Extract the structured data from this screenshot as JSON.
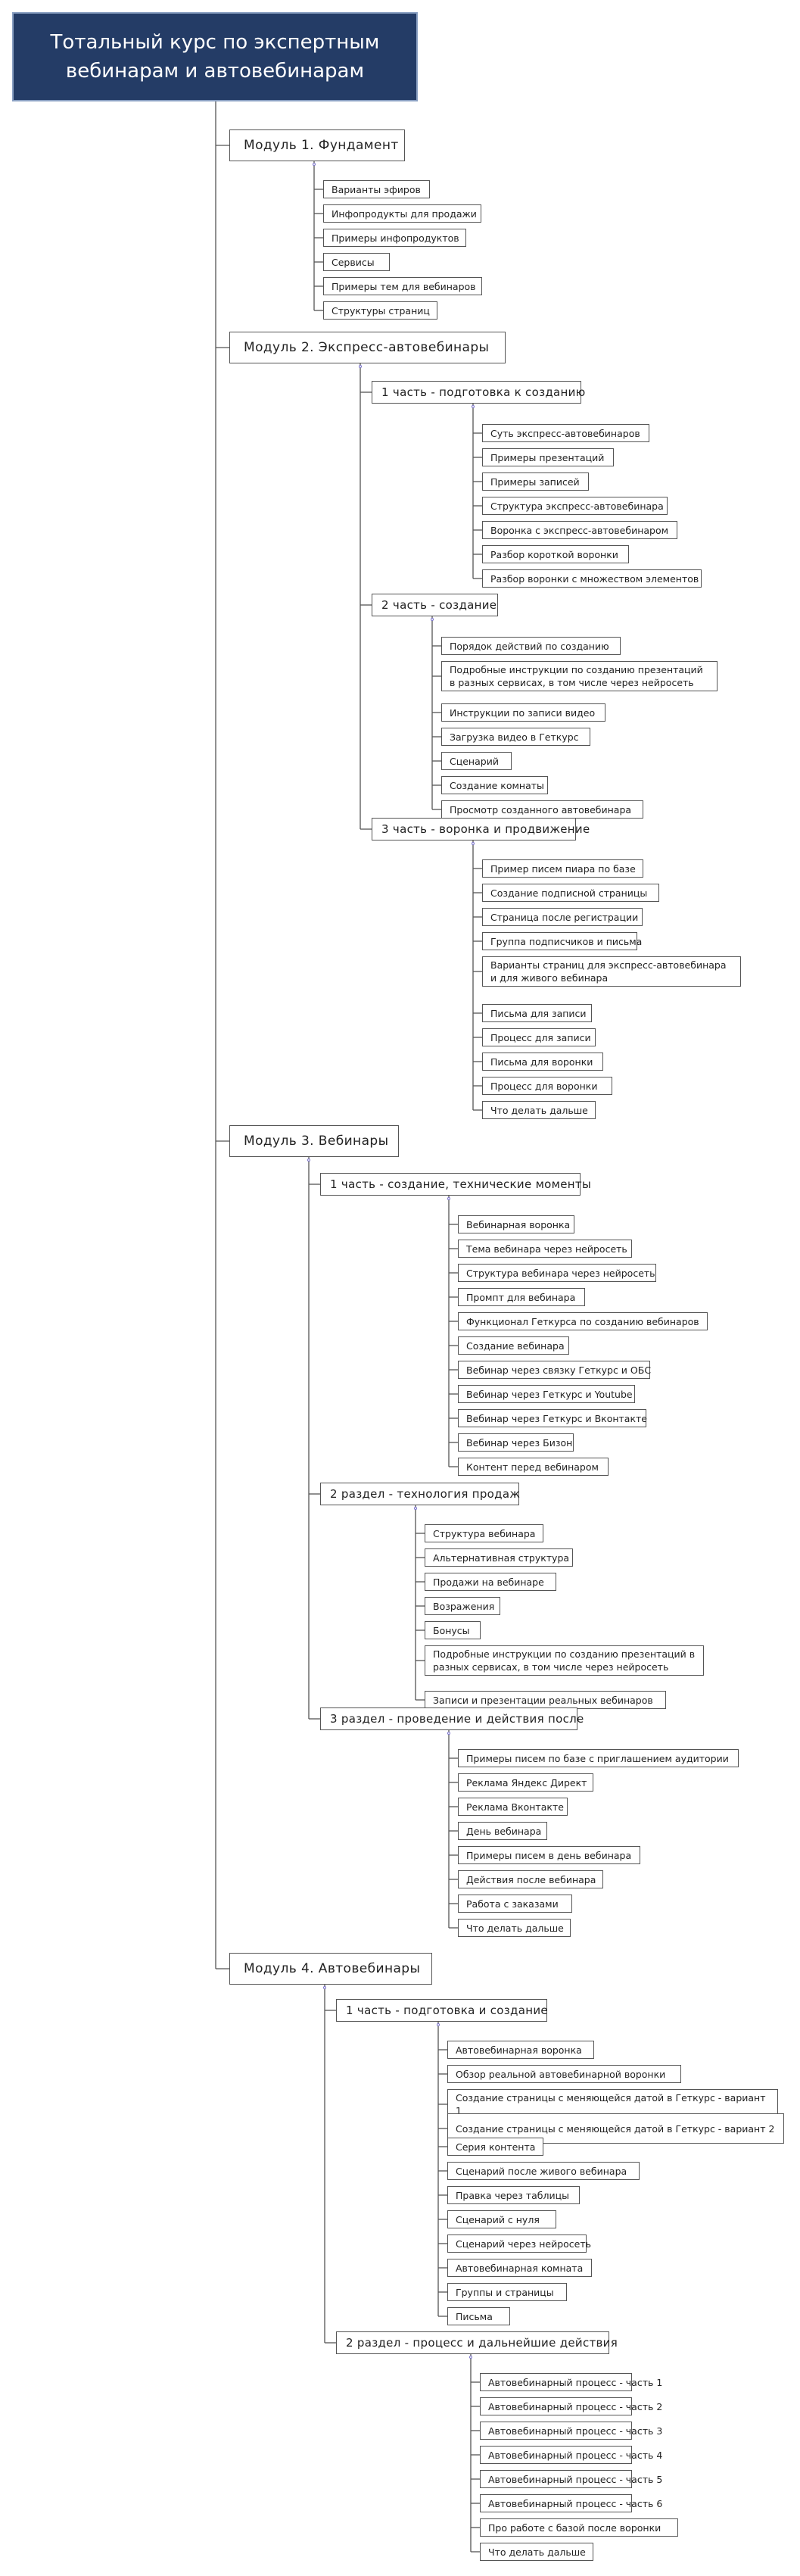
{
  "title": "Тотальный курс по экспертным вебинарам и автовебинарам",
  "modules": [
    {
      "label": "Модуль 1. Фундамент",
      "items": [
        "Варианты эфиров",
        "Инфопродукты для продажи",
        "Примеры инфопродуктов",
        "Сервисы",
        "Примеры тем для вебинаров",
        "Структуры страниц"
      ]
    },
    {
      "label": "Модуль 2. Экспресс-автовебинары",
      "parts": [
        {
          "label": "1 часть - подготовка к созданию",
          "items": [
            "Суть экспресс-автовебинаров",
            "Примеры презентаций",
            "Примеры записей",
            "Структура экспресс-автовебинара",
            "Воронка с экспресс-автовебинаром",
            "Разбор короткой воронки",
            "Разбор воронки с множеством элементов"
          ]
        },
        {
          "label": "2 часть - создание",
          "items": [
            "Порядок действий по созданию",
            "Подробные инструкции по созданию презентаций в разных сервисах, в том числе через нейросеть",
            "Инструкции по записи видео",
            "Загрузка видео в Геткурс",
            "Сценарий",
            "Создание комнаты",
            "Просмотр созданного автовебинара"
          ]
        },
        {
          "label": "3 часть - воронка и продвижение",
          "items": [
            "Пример писем пиара по базе",
            "Создание подписной страницы",
            "Страница после регистрации",
            "Группа подписчиков и письма",
            "Варианты страниц для экспресс-автовебинара и для живого вебинара",
            "Письма для записи",
            "Процесс для записи",
            "Письма для воронки",
            "Процесс для воронки",
            "Что делать дальше"
          ]
        }
      ]
    },
    {
      "label": "Модуль 3. Вебинары",
      "parts": [
        {
          "label": "1 часть - создание, технические моменты",
          "items": [
            "Вебинарная воронка",
            "Тема вебинара через нейросеть",
            "Структура вебинара через нейросеть",
            "Промпт для вебинара",
            "Функционал Геткурса по созданию вебинаров",
            "Создание вебинара",
            "Вебинар через связку Геткурс и ОБС",
            "Вебинар через Геткурс и Youtube",
            "Вебинар через Геткурс и Вконтакте",
            "Вебинар через Бизон",
            "Контент перед вебинаром"
          ]
        },
        {
          "label": "2 раздел - технология продаж",
          "items": [
            "Структура вебинара",
            "Альтернативная структура",
            "Продажи на вебинаре",
            "Возражения",
            "Бонусы",
            "Подробные инструкции по созданию презентаций в разных сервисах, в том числе через нейросеть",
            "Записи и презентации реальных вебинаров"
          ]
        },
        {
          "label": "3 раздел - проведение и действия после",
          "items": [
            "Примеры писем по базе с приглашением аудитории",
            "Реклама Яндекс Директ",
            "Реклама Вконтакте",
            "День вебинара",
            "Примеры писем в день вебинара",
            "Действия после вебинара",
            "Работа с заказами",
            "Что делать дальше"
          ]
        }
      ]
    },
    {
      "label": "Модуль 4. Автовебинары",
      "parts": [
        {
          "label": "1 часть - подготовка и создание",
          "items": [
            "Автовебинарная воронка",
            "Обзор реальной автовебинарной воронки",
            "Создание страницы с меняющейся датой в Геткурс - вариант 1",
            "Создание страницы с меняющейся датой в Геткурс - вариант 2",
            "Серия контента",
            "Сценарий после живого вебинара",
            "Правка через таблицы",
            "Сценарий с нуля",
            "Сценарий через нейросеть",
            "Автовебинарная комната",
            "Группы и страницы",
            "Письма"
          ]
        },
        {
          "label": "2 раздел - процесс и дальнейшие действия",
          "items": [
            "Автовебинарный процесс - часть 1",
            "Автовебинарный процесс - часть 2",
            "Автовебинарный процесс - часть 3",
            "Автовебинарный процесс - часть 4",
            "Автовебинарный процесс - часть 5",
            "Автовебинарный процесс - часть 6",
            "Про работе с базой после воронки",
            "Что делать дальше"
          ]
        }
      ]
    }
  ],
  "colors": {
    "title_bg": "#243c66",
    "title_text": "#ffffff",
    "line": "#555555",
    "collapse": "#7b74c9"
  },
  "icons": {
    "collapse": "collapse-toggle-icon"
  }
}
